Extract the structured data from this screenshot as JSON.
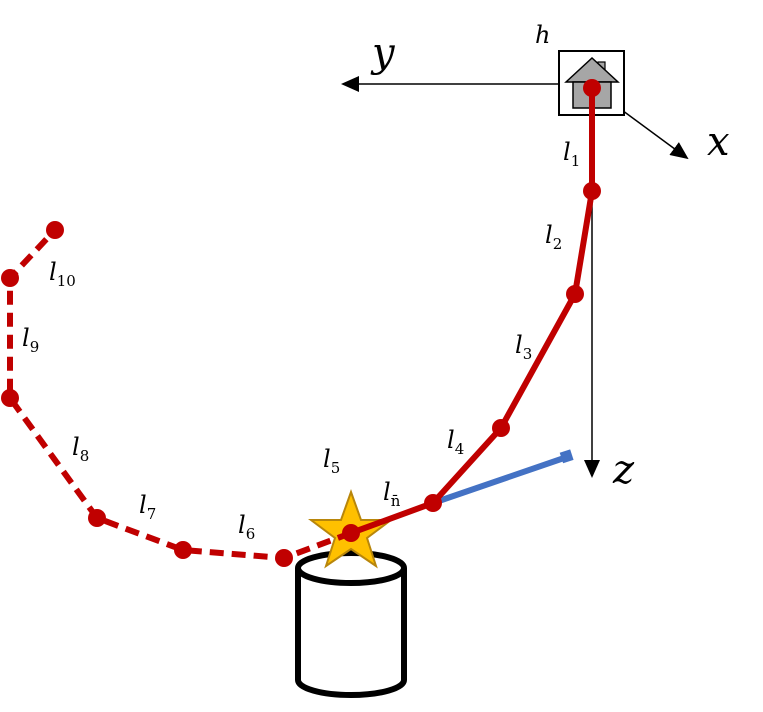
{
  "axes": {
    "x": "x",
    "y": "y",
    "z": "z"
  },
  "home_label": "h",
  "link_labels": [
    {
      "base": "l",
      "sub": "1"
    },
    {
      "base": "l",
      "sub": "2"
    },
    {
      "base": "l",
      "sub": "3"
    },
    {
      "base": "l",
      "sub": "4"
    },
    {
      "base": "l",
      "sub": "5"
    },
    {
      "base": "l",
      "sub": "6"
    },
    {
      "base": "l",
      "sub": "7"
    },
    {
      "base": "l",
      "sub": "8"
    },
    {
      "base": "l",
      "sub": "9"
    },
    {
      "base": "l",
      "sub": "10"
    },
    {
      "base": "l",
      "sub": "n̄"
    }
  ],
  "colors": {
    "link": "#c00000",
    "joint": "#c00000",
    "target_link": "#4472c4",
    "star": "#ffc000",
    "star_stroke": "#b8860b",
    "axis": "#000000",
    "house_fill": "#a6a6a6"
  }
}
